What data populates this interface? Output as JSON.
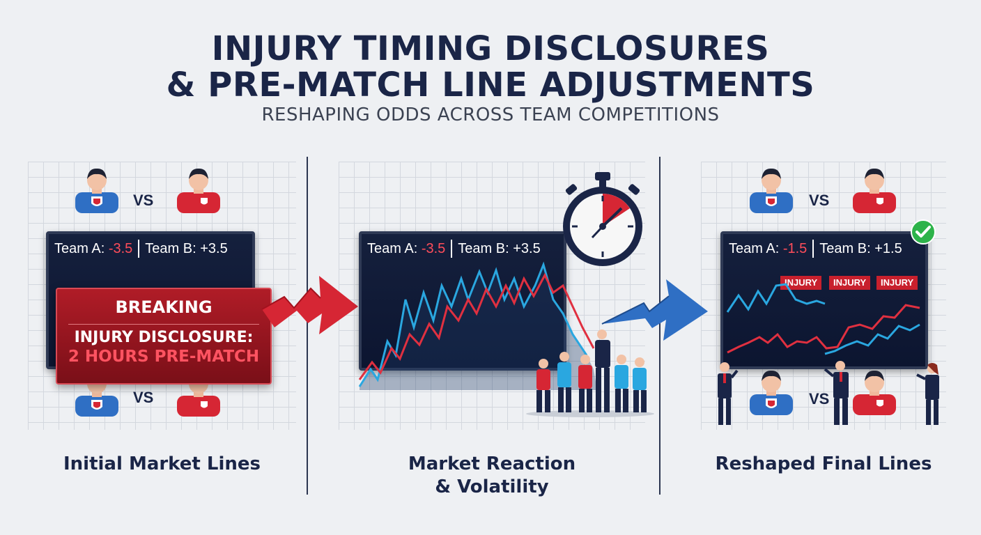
{
  "header": {
    "title_line1": "INJURY TIMING DISCLOSURES",
    "title_line2": "& PRE-MATCH LINE ADJUSTMENTS",
    "subtitle": "RESHAPING ODDS ACROSS TEAM COMPETITIONS"
  },
  "colors": {
    "navy": "#1a2547",
    "red": "#d62634",
    "blue": "#2f6fc4",
    "board": "#0f1a36",
    "green_check": "#2db34a"
  },
  "panel1": {
    "vs_top": "VS",
    "vs_bottom": "VS",
    "team_a_label": "Team A:",
    "team_a_line": "-3.5",
    "team_b_label": "Team B:",
    "team_b_line": "+3.5",
    "alert_heading": "BREAKING",
    "alert_line1": "INJURY DISCLOSURE:",
    "alert_line2": "2 HOURS PRE-MATCH",
    "caption": "Initial Market Lines"
  },
  "panel2": {
    "team_a_label": "Team A:",
    "team_a_line": "-3.5",
    "team_b_label": "Team B:",
    "team_b_line": "+3.5",
    "caption_line1": "Market Reaction",
    "caption_line2": "& Volatility"
  },
  "panel3": {
    "vs_top": "VS",
    "vs_bottom": "VS",
    "team_a_label": "Team A:",
    "team_a_line": "-1.5",
    "team_b_label": "Team B:",
    "team_b_line": "+1.5",
    "tags": [
      "INJURY",
      "INJURY",
      "INJURY"
    ],
    "caption": "Reshaped Final Lines"
  },
  "icons": [
    "shield-jersey-icon",
    "stopwatch-icon",
    "checkmark-icon",
    "arrow-icon"
  ]
}
